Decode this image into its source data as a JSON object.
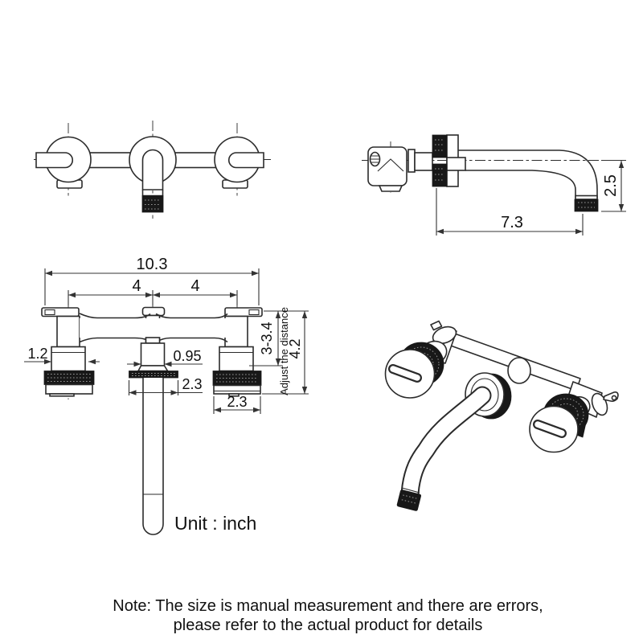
{
  "unit_label": "Unit : inch",
  "note": {
    "line1": "Note: The size is manual measurement and there are errors,",
    "line2": "please refer to the actual product for details"
  },
  "dimensions": {
    "overall_width": "10.3",
    "left_spacing": "4",
    "right_spacing": "4",
    "handle_valve_width": "1.2",
    "spout_valve_width": "0.95",
    "spout_flange_width": "2.3",
    "handle_flange_width": "2.3",
    "adjust_range": "3-3.4",
    "adjust_note": "Adjust the distance",
    "overall_depth": "4.2",
    "spout_reach": "7.3",
    "spout_tip_height": "2.5"
  },
  "colors": {
    "line": "#2b2b2b",
    "dark_fill": "#181818",
    "background": "#ffffff",
    "text": "#111111"
  }
}
